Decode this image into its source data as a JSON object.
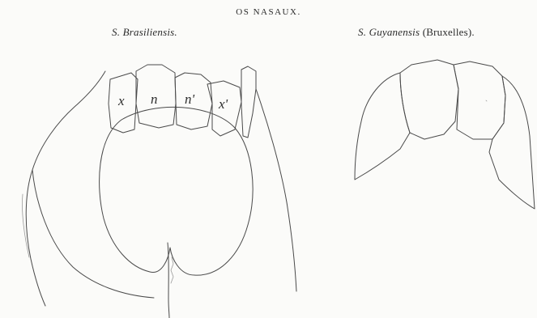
{
  "title": "OS NASAUX.",
  "figures": {
    "left": {
      "species": "S. Brasiliensis."
    },
    "right": {
      "species": "S. Guyanensis",
      "location": "(Bruxelles)."
    }
  },
  "bone_labels": [
    "x",
    "n",
    "n'",
    "x'"
  ]
}
